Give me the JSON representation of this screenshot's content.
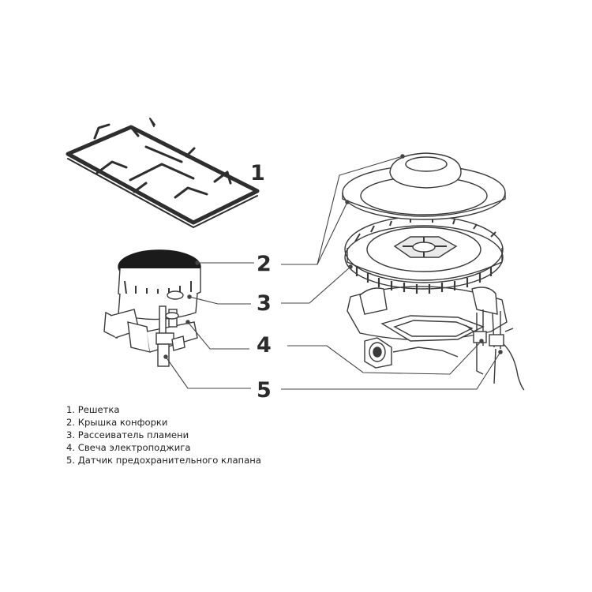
{
  "callouts": [
    "1",
    "2",
    "3",
    "4",
    "5"
  ],
  "legend": [
    "1. Решетка",
    "2. Крышка конфорки",
    "3. Рассеиватель пламени",
    "4. Свеча электроподжига",
    "5. Датчик предохранительного клапана"
  ],
  "colors": {
    "line": "#3a3a3a",
    "cap": "#1b1b1b",
    "text": "#1e1e1e"
  }
}
